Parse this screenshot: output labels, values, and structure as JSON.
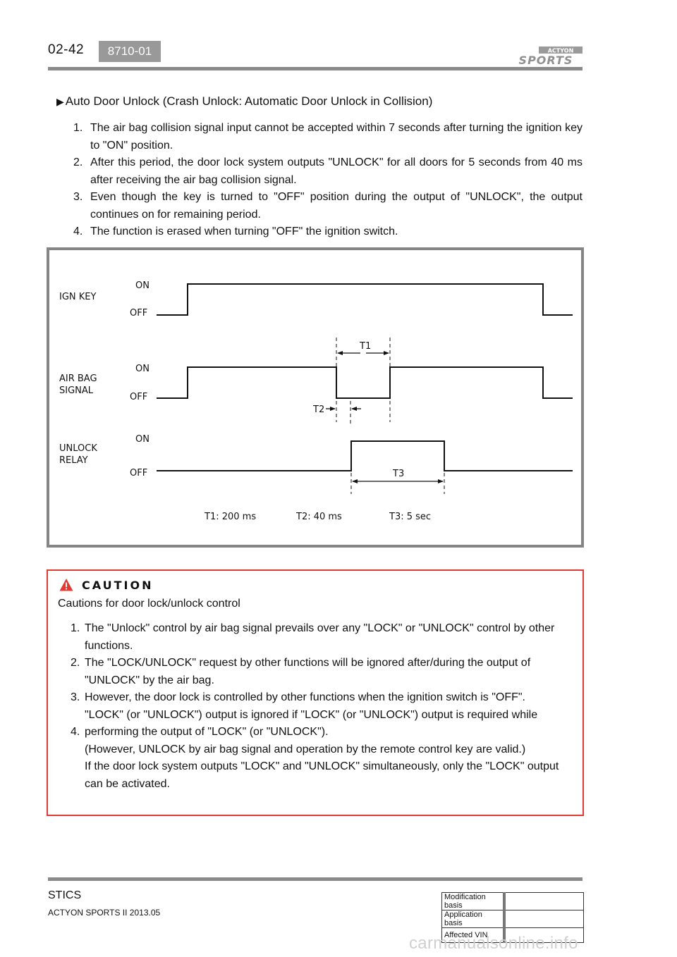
{
  "header": {
    "page_number": "02-42",
    "section_code": "8710-01",
    "logo_brand": "ACTYON",
    "logo_model": "SPORTS"
  },
  "section_title": "Auto Door Unlock (Crash Unlock: Automatic Door Unlock in Collision)",
  "steps": [
    {
      "num": "1.",
      "text": "The air bag collision signal input cannot be accepted within 7 seconds after turning the ignition key to \"ON\" position."
    },
    {
      "num": "2.",
      "text": "After this period, the door lock system outputs \"UNLOCK\" for all doors for 5 seconds from 40 ms after receiving the air bag collision signal."
    },
    {
      "num": "3.",
      "text": "Even though the key is turned to \"OFF\" position during the output of \"UNLOCK\", the output continues on for remaining period."
    },
    {
      "num": "4.",
      "text": "The function is erased when turning \"OFF\" the ignition switch."
    }
  ],
  "diagram": {
    "signals": [
      {
        "name_line1": "IGN KEY",
        "name_line2": "",
        "on": "ON",
        "off": "OFF"
      },
      {
        "name_line1": "AIR BAG",
        "name_line2": "SIGNAL",
        "on": "ON",
        "off": "OFF"
      },
      {
        "name_line1": "UNLOCK",
        "name_line2": "RELAY",
        "on": "ON",
        "off": "OFF"
      }
    ],
    "intervals": {
      "t1": "T1",
      "t2": "T2",
      "t3": "T3"
    },
    "legend": {
      "t1": "T1: 200 ms",
      "t2": "T2: 40 ms",
      "t3": "T3: 5 sec"
    }
  },
  "caution": {
    "title": "CAUTION",
    "intro": "Cautions for door lock/unlock control",
    "lines": [
      {
        "num": "1.",
        "text": "The \"Unlock\" control by air bag signal prevails over any \"LOCK\" or \"UNLOCK\" control by other"
      },
      {
        "num": "",
        "text": "functions."
      },
      {
        "num": "2.",
        "text": "The \"LOCK/UNLOCK\" request by other functions will be ignored after/during the output of"
      },
      {
        "num": "",
        "text": "\"UNLOCK\" by the air bag."
      },
      {
        "num": "3.",
        "text": "However, the door lock is controlled by other functions when the ignition switch is \"OFF\"."
      },
      {
        "num": "",
        "text": "\"LOCK\" (or \"UNLOCK\") output is ignored if \"LOCK\" (or \"UNLOCK\") output is required while"
      },
      {
        "num": "4.",
        "text": "performing the output of \"LOCK\" (or \"UNLOCK\")."
      },
      {
        "num": "",
        "text": "(However, UNLOCK by air bag signal and operation by the remote control key are valid.)"
      },
      {
        "num": "",
        "text": "If the door lock system outputs \"LOCK\" and \"UNLOCK\" simultaneously, only the \"LOCK\" output"
      },
      {
        "num": "",
        "text": "can be activated."
      }
    ]
  },
  "footer": {
    "section": "STICS",
    "model": "ACTYON SPORTS II 2013.05",
    "table_rows": [
      "Modification basis",
      "Application basis",
      "Affected VIN"
    ]
  },
  "watermark": "carmanualsonline.info",
  "colors": {
    "caution_red": "#e23a33",
    "rule_gray": "#8a8a8a",
    "badge_gray": "#999999"
  }
}
